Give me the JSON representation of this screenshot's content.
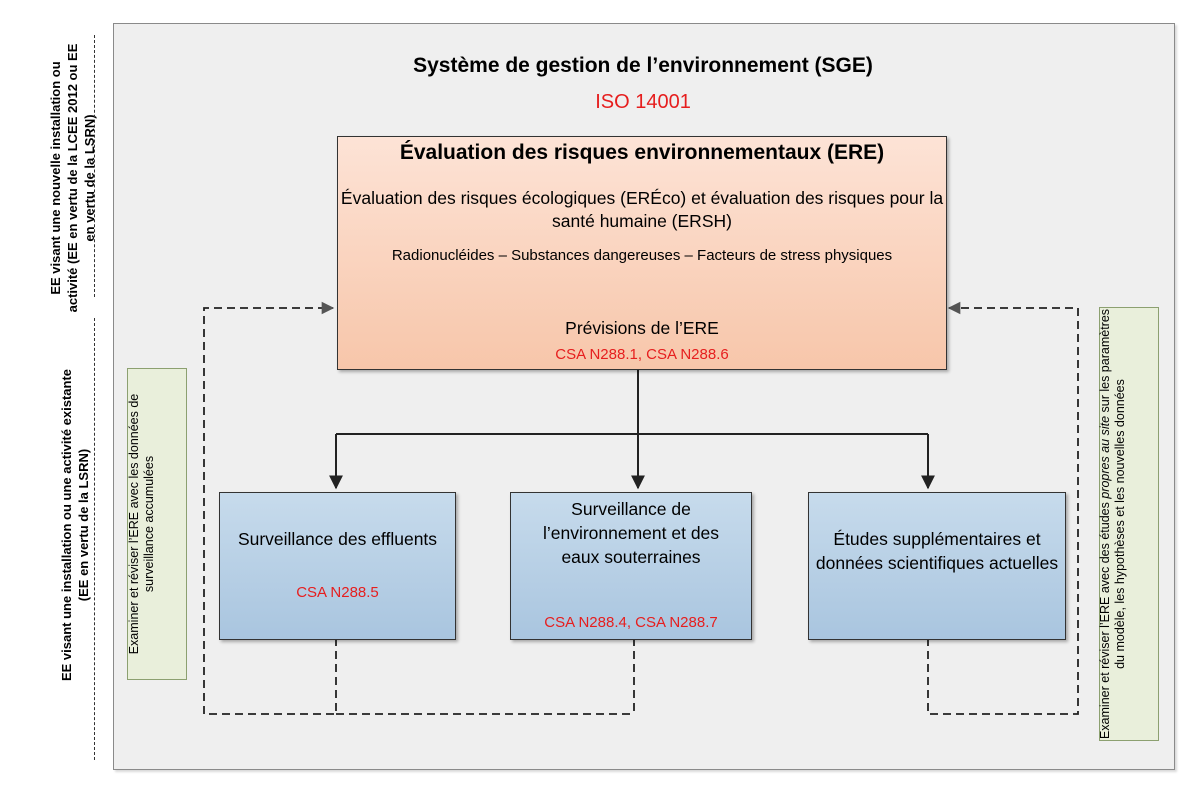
{
  "side_labels": {
    "new_installation": "EE visant une nouvelle installation ou activité (EE en vertu de la LCEE 2012 ou EE en vertu de la LSRN)",
    "existing_installation": "EE visant une installation ou une activité existante (EE en vertu de la LSRN)"
  },
  "sge": {
    "title": "Système de gestion de l’environnement (SGE)",
    "standard": "ISO 14001"
  },
  "ere": {
    "title": "Évaluation des risques environnementaux (ERE)",
    "line1": "Évaluation des risques écologiques (ERÉco) et évaluation des risques pour la santé humaine (ERSH)",
    "line2": "Radionucléides – Substances dangereuses – Facteurs de stress physiques",
    "predictions": "Prévisions de l’ERE",
    "standards": "CSA N288.1, CSA N288.6"
  },
  "boxes": [
    {
      "label": "Surveillance des effluents",
      "standard": "CSA N288.5"
    },
    {
      "label": "Surveillance de l’environnement et des eaux souterraines",
      "standard": "CSA N288.4, CSA N288.7"
    },
    {
      "label": "Études supplémentaires et données scientifiques actuelles",
      "standard": ""
    }
  ],
  "notes": {
    "left": "Examiner et réviser l’ERE avec les données de surveillance accumulées",
    "right_part1": "Examiner et réviser l’ERE avec des études ",
    "right_italic": "propres au site",
    "right_part2": " sur les paramètres du modèle, les hypothèses et les nouvelles données"
  },
  "colors": {
    "red_text": "#e61e1e",
    "ere_fill": "#f7c6aa",
    "box_fill": "#a9c5df",
    "note_fill": "#e9efdb",
    "frame_fill": "#efefef"
  }
}
